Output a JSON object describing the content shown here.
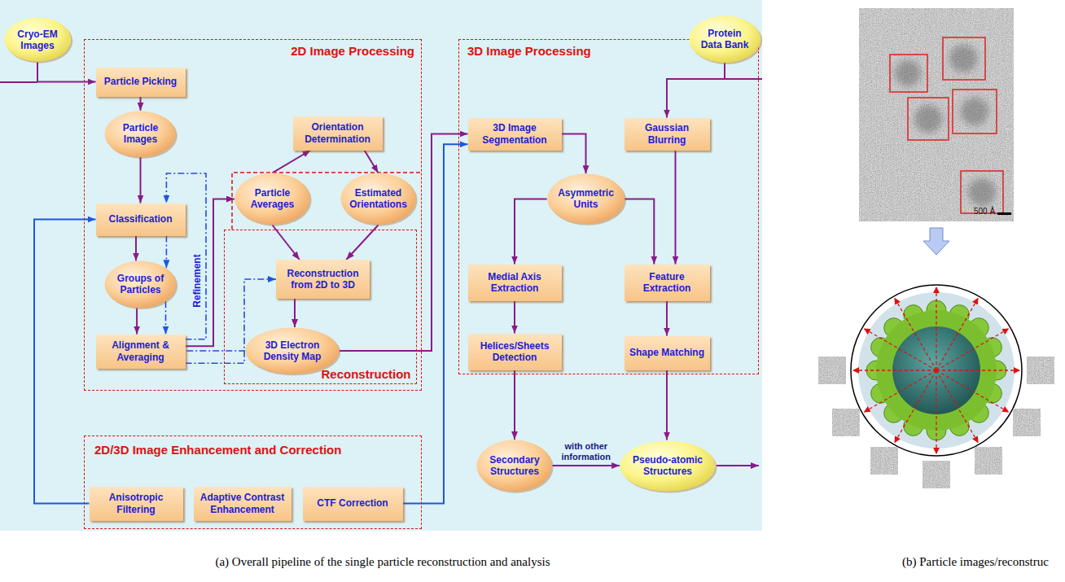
{
  "diagram": {
    "nodes": [
      {
        "text": [
          "Cryo-EM Images"
        ]
      },
      {
        "text": [
          "2D Image Processing"
        ]
      },
      {
        "text": [
          "Particle Picking"
        ],
        "in": 1
      },
      {
        "text": [
          "Particle Images"
        ],
        "in": 1
      },
      {
        "text": [
          "Classification"
        ],
        "in": 1
      },
      {
        "text": [
          "Groups of Particles"
        ],
        "in": 1
      },
      {
        "text": [
          "Alignment & Averaging"
        ],
        "in": 1
      },
      {
        "text": [
          "Orientation Determination"
        ],
        "in": 1
      },
      {
        "text": [
          "Particle Averages"
        ],
        "in": 1
      },
      {
        "text": [
          "Estimated Orientations"
        ],
        "in": 1
      },
      {
        "text": [
          "Reconstruction"
        ],
        "in": 1
      },
      {
        "text": [
          "Reconstruction from 2D to 3D"
        ],
        "in": 10
      },
      {
        "text": [
          "3D Electron Density Map"
        ],
        "in": 10
      },
      {
        "text": [
          "Protein Data Bank"
        ]
      },
      {
        "text": [
          "3D Image Processing"
        ]
      },
      {
        "text": [
          "3D Image Segmentation"
        ],
        "in": 14
      },
      {
        "text": [
          "Gaussian Blurring"
        ],
        "in": 14
      },
      {
        "text": [
          "Asymmetric Units"
        ],
        "in": 14
      },
      {
        "text": [
          "Medial Axis Extraction"
        ],
        "in": 14
      },
      {
        "text": [
          "Feature Extraction"
        ],
        "in": 14
      },
      {
        "text": [
          "Helices/Sheets Detection"
        ],
        "in": 14
      },
      {
        "text": [
          "Shape Matching"
        ],
        "in": 14
      },
      {
        "text": [
          "Secondary Structures"
        ]
      },
      {
        "text": [
          "Pseudo-atomic Structures"
        ]
      },
      {
        "text": [
          "2D/3D Image Enhancement and Correction"
        ]
      },
      {
        "text": [
          "Anisotropic Filtering"
        ],
        "in": 24
      },
      {
        "text": [
          "Adaptive Contrast Enhancement"
        ],
        "in": 24
      },
      {
        "text": [
          "CTF Correction"
        ],
        "in": 24
      }
    ],
    "edges": [
      {
        "from": 0,
        "to": 2,
        "arrow": "to"
      },
      {
        "from": 2,
        "to": 3,
        "arrow": "to"
      },
      {
        "from": 3,
        "to": 4,
        "arrow": "to"
      },
      {
        "from": 4,
        "to": 5,
        "arrow": "to"
      },
      {
        "from": 5,
        "to": 6,
        "arrow": "to"
      },
      {
        "from": 4,
        "to": 5,
        "arrow": "to"
      },
      {
        "from": 5,
        "to": 6,
        "arrow": "to"
      },
      {
        "from": 6,
        "to": 4,
        "arrow": "to"
      },
      {
        "from": 6,
        "to": 8,
        "arrow": "to"
      },
      {
        "from": 8,
        "to": 7,
        "arrow": "to"
      },
      {
        "from": 7,
        "to": 9,
        "arrow": "to"
      },
      {
        "from": 8,
        "to": 11,
        "arrow": "to"
      },
      {
        "from": 9,
        "to": 11,
        "arrow": "to"
      },
      {
        "from": 11,
        "to": 12,
        "arrow": "to"
      },
      {
        "from": 6,
        "to": 11,
        "arrow": "to"
      },
      {
        "from": 12,
        "to": 6,
        "arrow": "none"
      },
      {
        "from": 12,
        "to": 15,
        "arrow": "to"
      },
      {
        "from": 15,
        "to": 17,
        "arrow": "to"
      },
      {
        "from": 17,
        "to": 18,
        "arrow": "to"
      },
      {
        "from": 17,
        "to": 19,
        "arrow": "to"
      },
      {
        "from": 13,
        "to": 16,
        "arrow": "to"
      },
      {
        "from": 16,
        "to": 19,
        "arrow": "to"
      },
      {
        "from": 18,
        "to": 20,
        "arrow": "to"
      },
      {
        "from": 19,
        "to": 21,
        "arrow": "to"
      },
      {
        "from": 20,
        "to": 22,
        "arrow": "to"
      },
      {
        "from": 21,
        "to": 23,
        "arrow": "to"
      },
      {
        "from": 22,
        "to": 23,
        "label": "with other information",
        "arrow": "to"
      },
      {
        "from": 25,
        "to": 4,
        "arrow": "to"
      },
      {
        "from": 27,
        "to": 15,
        "arrow": "to"
      }
    ],
    "labels": [
      "Refinement",
      "500 Å",
      "(a) Overall pipeline of the single particle reconstruction and analysis",
      "(b) Particle images/reconstruc"
    ]
  }
}
